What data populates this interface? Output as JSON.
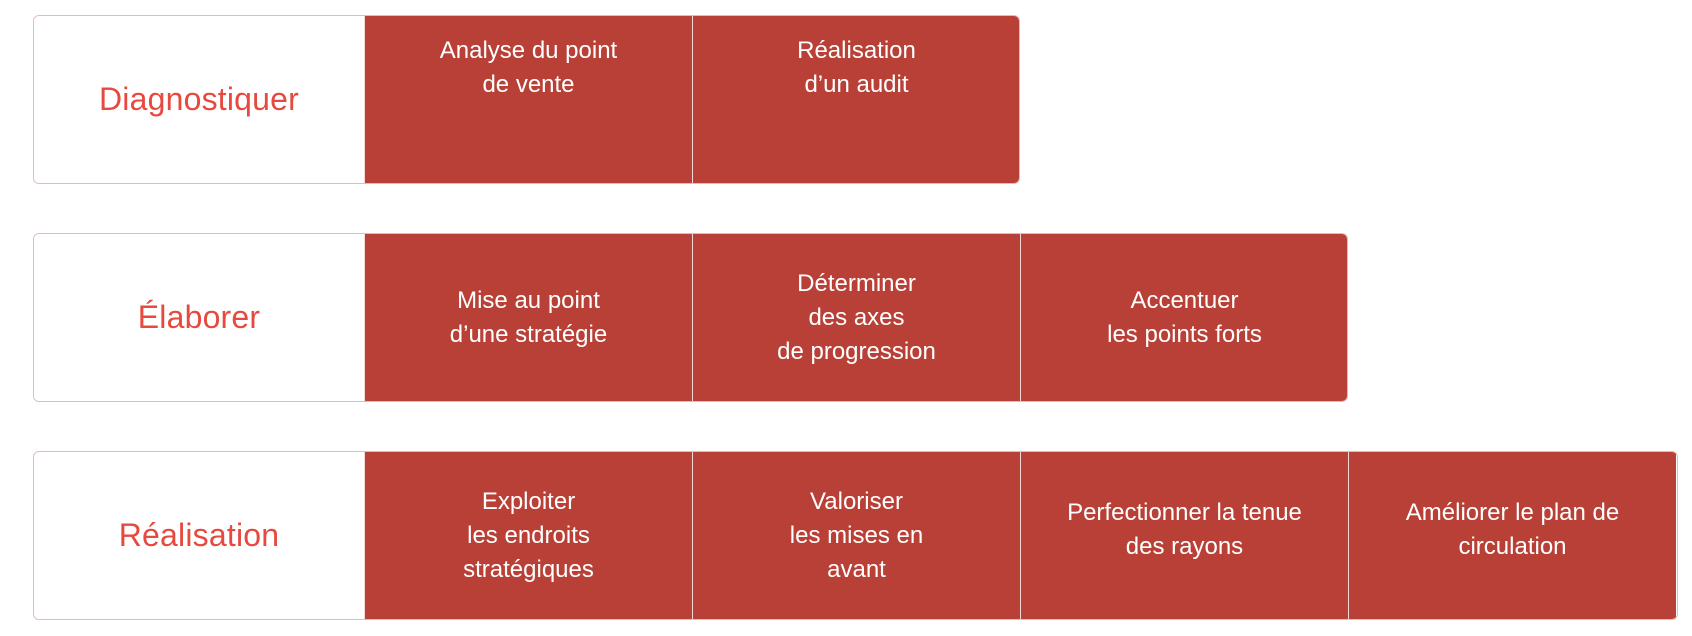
{
  "rows": [
    {
      "label": "Diagnostiquer",
      "steps": [
        "Analyse du point\nde vente",
        "Réalisation\nd’un audit"
      ]
    },
    {
      "label": "Élaborer",
      "steps": [
        "Mise au point\nd’une stratégie",
        "Déterminer\ndes axes\nde progression",
        "Accentuer\nles points forts"
      ]
    },
    {
      "label": "Réalisation",
      "steps": [
        "Exploiter\nles endroits\nstratégiques",
        "Valoriser\nles mises en\navant",
        "Perfectionner la tenue\ndes rayons",
        "Améliorer le plan de\ncirculation"
      ]
    }
  ],
  "colors": {
    "label_text": "#e8493f",
    "step_bg": "#b94036",
    "step_text": "#ffffff",
    "border": "#e7b9b5"
  }
}
